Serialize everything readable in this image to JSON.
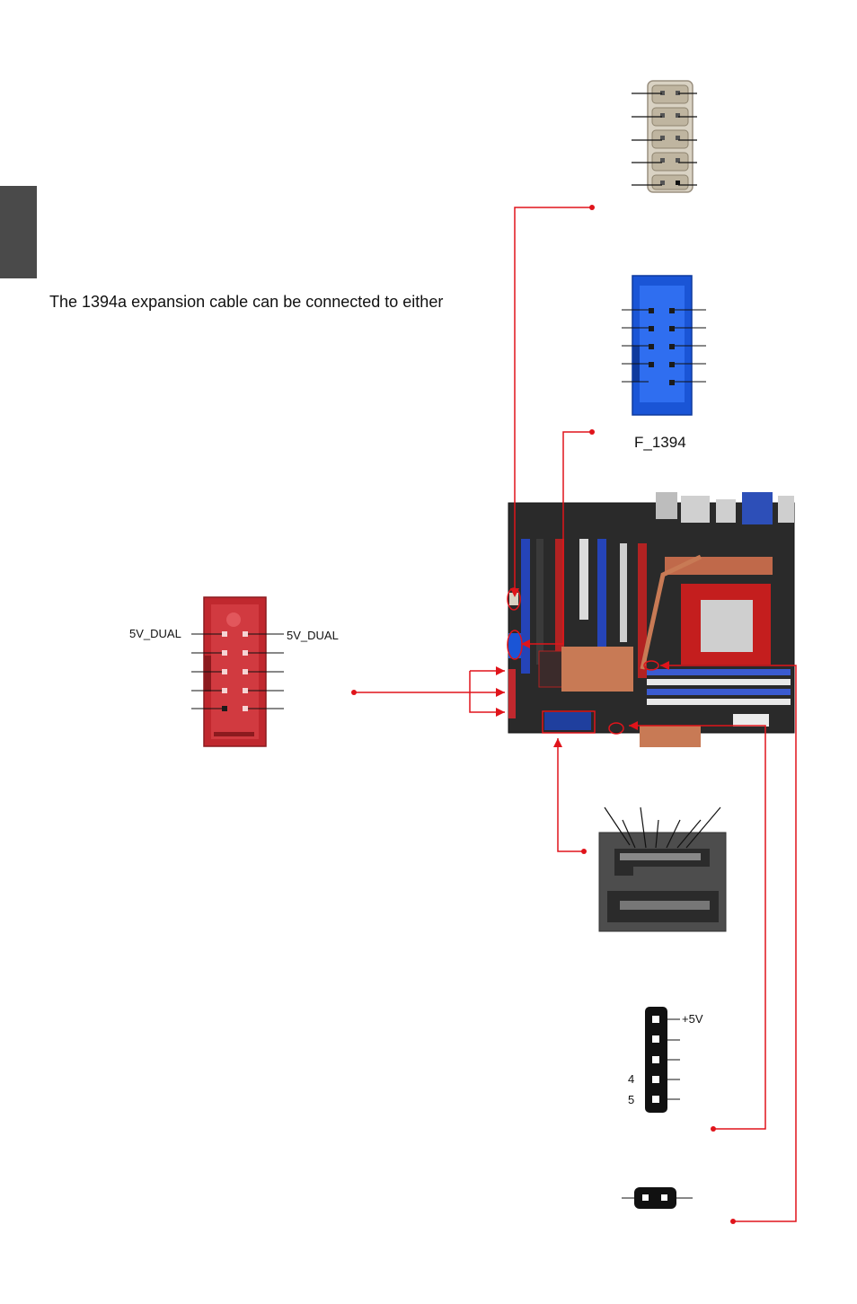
{
  "text": {
    "intro": "The 1394a expansion cable can be connected to either",
    "connector_f1394": "F_1394",
    "usb_left_pin": "5V_DUAL",
    "usb_right_pin": "5V_DUAL",
    "header_pin_top": "+5V",
    "header_pin_4": "4",
    "header_pin_5": "5"
  },
  "colors": {
    "leader": "#e0141b",
    "blue_header": "#1a55d6",
    "red_header": "#c0282e",
    "side_tab": "#4a4a4a",
    "board": "#2a2a2a"
  },
  "icons": [
    "motherboard-image",
    "audio-header-image",
    "f1394-header-image",
    "usb-header-image",
    "sata-connector-image",
    "pin-header-image",
    "jumper-image"
  ]
}
